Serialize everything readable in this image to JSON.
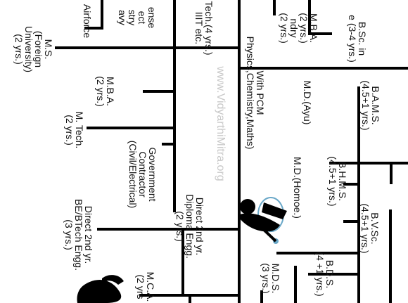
{
  "nodes": [
    {
      "key": "defense",
      "text": "ense\nect\nstry\navy"
    },
    {
      "key": "airforce",
      "text": "Airforce"
    },
    {
      "key": "ms",
      "text": "M.S.\n(Foreign\nUniversity)\n(2 yrs.)"
    },
    {
      "key": "btech_iiit",
      "text": "Tech.(4 yrs.)\nIIIT etc."
    },
    {
      "key": "mba_top",
      "text": "M.B.A.\n(2 yrs.)\nndry\n(2 yrs.)"
    },
    {
      "key": "bsc",
      "text": "B.Sc. in\ne (3-4 yrs.)"
    },
    {
      "key": "pcm",
      "text": "With PCM\nPhysics,Chemistry,Maths)"
    },
    {
      "key": "mba_mid",
      "text": "M.B.A.\n(2 yrs.)"
    },
    {
      "key": "mtech",
      "text": "M. Tech.\n(2 yrs.)"
    },
    {
      "key": "govt",
      "text": "Government\nContractor\n(Civil/Electrical)"
    },
    {
      "key": "bams",
      "text": "B.A.M.S.\n(4.5+1 yrs.)"
    },
    {
      "key": "md_ayu",
      "text": "M.D.(Ayu)"
    },
    {
      "key": "bhms",
      "text": "B.H.M.S.\n(4.5+1 yrs.)"
    },
    {
      "key": "md_homoe",
      "text": "M.D.(Homoe.)"
    },
    {
      "key": "bvsc",
      "text": "B.V.Sc.\n(4.5+1 yrs.)"
    },
    {
      "key": "diploma",
      "text": "Direct 2nd yr.\nDiploma Engg.\n(2 yrs.)"
    },
    {
      "key": "be_btech",
      "text": "Direct 2nd yr.\nBE/BTech Engg.\n(3 yrs.)"
    },
    {
      "key": "bds",
      "text": "B.D.S.\n(4 +1 yrs.)"
    },
    {
      "key": "mds",
      "text": "M.D.S.\n(3 yrs.)"
    },
    {
      "key": "mca",
      "text": "M.C.A.\n(2 yrs"
    }
  ],
  "watermark": "www.VidyarthiMitra.org",
  "colors": {
    "line": "#000000",
    "text": "#111111",
    "watermark": "#c9c9c9",
    "accent": "#6aa8c8"
  },
  "icons": [
    "student-reading-icon",
    "silhouette-figure-icon"
  ]
}
